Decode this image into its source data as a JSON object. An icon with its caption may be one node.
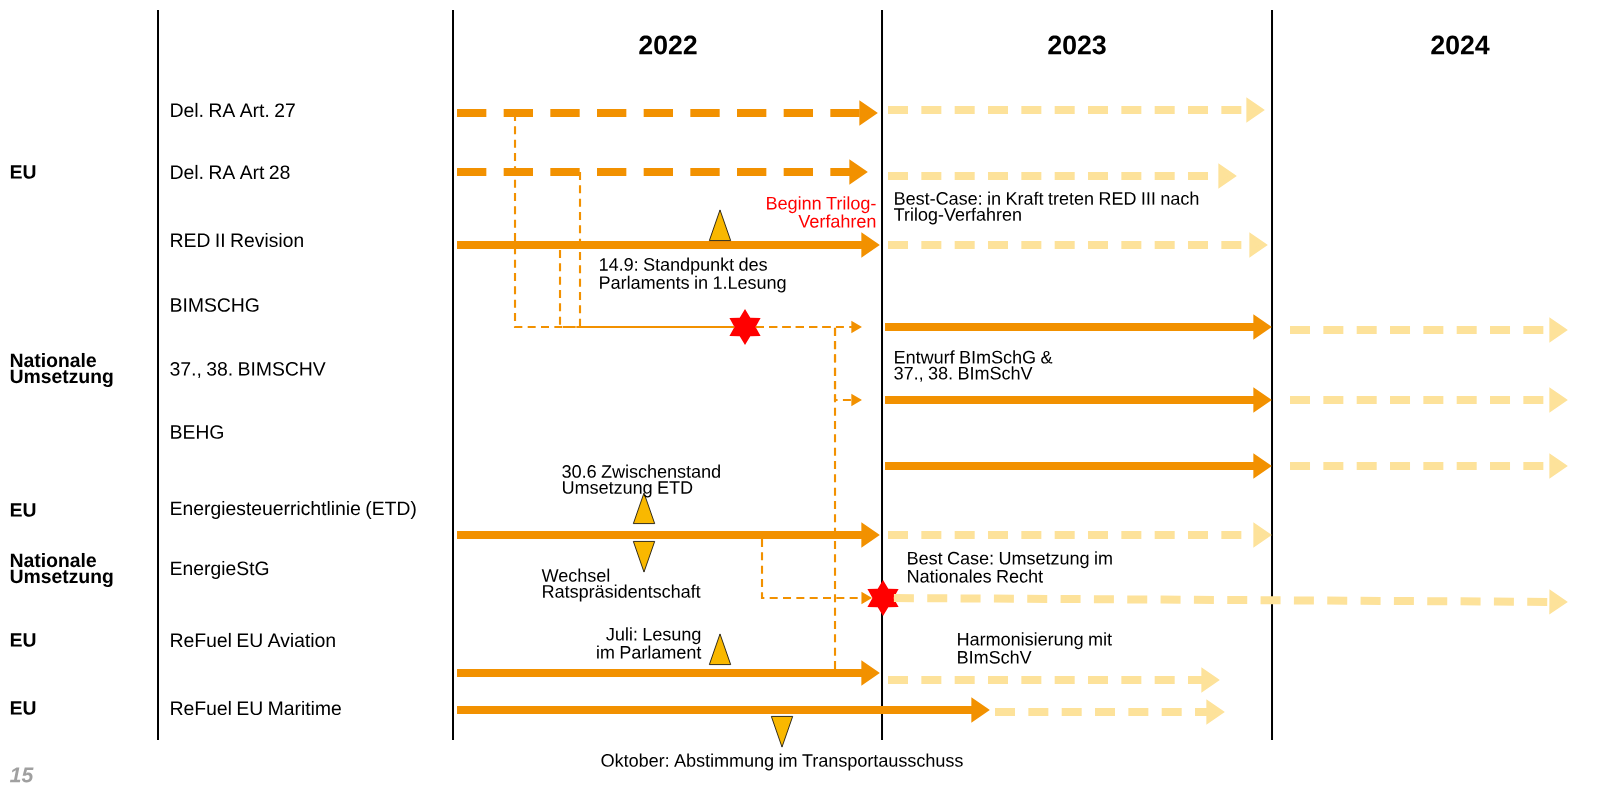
{
  "diagram": {
    "nodes": [
      {
        "text": [],
        "shape": "triangle",
        "beside": [
          "14.9: Standpunkt des Parlaments in 1.Lesung"
        ]
      },
      {
        "text": [],
        "shape": "star"
      },
      {
        "text": [],
        "shape": "triangle",
        "beside": [
          "30.6 Zwischenstand Umsetzung ETD"
        ]
      },
      {
        "text": [],
        "shape": "triangle",
        "beside": [
          "Wechsel Ratspräsidentschaft"
        ]
      },
      {
        "text": [],
        "shape": "star"
      },
      {
        "text": [],
        "shape": "triangle",
        "beside": [
          "Juli: Lesung im Parlament"
        ]
      },
      {
        "text": [],
        "shape": "triangle",
        "beside": [
          "Oktober: Abstimmung im Transportausschuss"
        ]
      }
    ],
    "edges": [
      {
        "from": null,
        "to": 1,
        "arrow": "none",
        "style": "dashed"
      },
      {
        "from": null,
        "to": 1,
        "arrow": "none",
        "style": "dashed"
      },
      {
        "from": null,
        "to": 1,
        "arrow": "none",
        "style": "dashed"
      },
      {
        "from": 1,
        "to": null,
        "arrow": "to",
        "style": "dashed"
      },
      {
        "from": 1,
        "to": null,
        "arrow": "to",
        "style": "dashed"
      },
      {
        "from": null,
        "to": 1,
        "arrow": "none",
        "style": "dashed"
      },
      {
        "from": null,
        "to": 4,
        "arrow": "to",
        "style": "dashed"
      },
      {
        "from": 4,
        "to": null,
        "arrow": "to",
        "style": "dashed",
        "color": "#fde29a"
      }
    ],
    "labels": [
      "2022",
      "2023",
      "2024",
      "Del. RA Art. 27",
      "EU",
      "Del. RA Art 28",
      "Beginn Trilog-Verfahren",
      "Best-Case: in Kraft treten RED III nach Trilog-Verfahren",
      "RED II Revision",
      "BIMSCHG",
      "Nationale Umsetzung",
      "37., 38. BIMSCHV",
      "Entwurf BImSchG & 37., 38. BImSchV",
      "BEHG",
      "EU",
      "Energiesteuerrichtlinie (ETD)",
      "Nationale Umsetzung",
      "EnergieStG",
      "Best Case: Umsetzung im Nationales Recht",
      "EU",
      "ReFuel EU Aviation",
      "Harmonisierung mit BImSchV",
      "EU",
      "ReFuel EU Maritime",
      "15"
    ]
  }
}
